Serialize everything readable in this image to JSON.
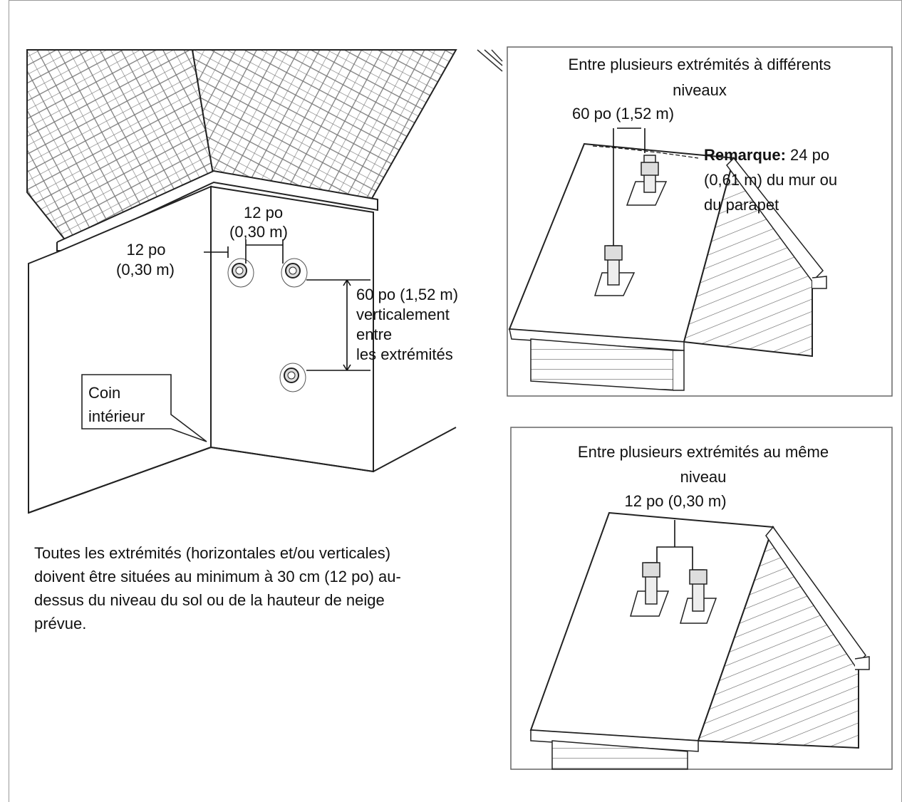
{
  "main_diagram": {
    "dim_horizontal_left_1": "12 po",
    "dim_horizontal_left_2": "(0,30 m)",
    "dim_horizontal_top_1": "12 po",
    "dim_horizontal_top_2": "(0,30 m)",
    "dim_vertical_1": "60 po (1,52 m)",
    "dim_vertical_2": "verticalement",
    "dim_vertical_3": "entre",
    "dim_vertical_4": "les extrémités",
    "callout_1": "Coin",
    "callout_2": "intérieur"
  },
  "panel_top": {
    "title_1": "Entre plusieurs extrémités à différents",
    "title_2": "niveaux",
    "dimension": "60 po (1,52 m)",
    "note_label": "Remarque:",
    "note_1": " 24 po",
    "note_2": "(0,61 m) du mur ou",
    "note_3": "du parapet"
  },
  "panel_bottom": {
    "title_1": "Entre plusieurs extrémités au même",
    "title_2": "niveau",
    "dimension": "12 po (0,30 m)"
  },
  "footer_text": "Toutes les extrémités (horizontales et/ou verticales) doivent être situées au minimum à 30 cm (12 po) au-dessus du niveau du sol ou de la hauteur de neige prévue."
}
